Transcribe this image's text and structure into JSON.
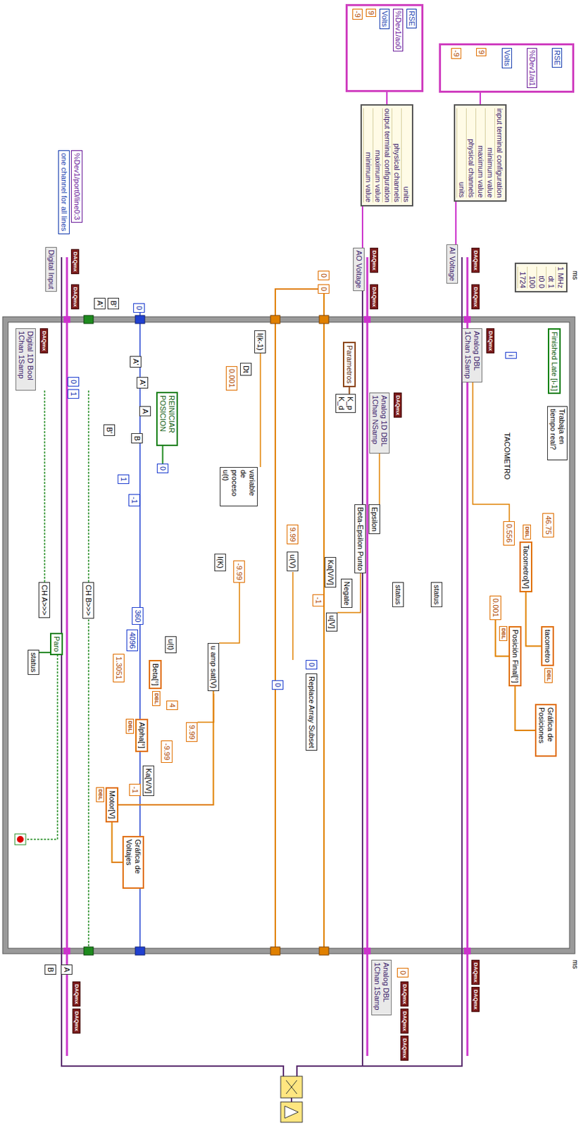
{
  "diagram": {
    "nodes": [
      {
        "text": [
          "RSE",
          "%Dev1/ai1",
          "Volts",
          "9",
          "-9"
        ]
      },
      {
        "text": [
          "input terminal configuration",
          "minimum value",
          "maximum value",
          "physical channels",
          "units"
        ]
      },
      {
        "text": [
          "AI Voltage"
        ]
      },
      {
        "text": [
          "RSE",
          "%Dev1/ao0",
          "Volts",
          "9",
          "-9"
        ]
      },
      {
        "text": [
          "units",
          "physical channels",
          "output terminal configuration",
          "maximum value",
          "minimum value"
        ]
      },
      {
        "text": [
          "AO Voltage"
        ]
      },
      {
        "text": [
          "%Dev1/port0/line0:3"
        ]
      },
      {
        "text": [
          "one channel for all lines"
        ]
      },
      {
        "text": [
          "Digital Input"
        ]
      },
      {
        "text": [
          "0"
        ]
      },
      {
        "text": [
          "0"
        ]
      },
      {
        "text": [
          "1 MHz",
          "dt 1",
          "t0 0",
          "100",
          "1724"
        ]
      },
      {
        "text": [
          "Finished Late [i-1]"
        ]
      },
      {
        "text": [
          "Trabaja en tiempo real?"
        ]
      },
      {
        "text": [
          "i"
        ]
      },
      {
        "text": [
          "Analog DBL 1Chan 1Samp"
        ]
      },
      {
        "text": [
          "Tacometro[V]"
        ]
      },
      {
        "text": [
          "46.75"
        ]
      },
      {
        "text": [
          "0.556"
        ]
      },
      {
        "text": [
          "tacometro"
        ]
      },
      {
        "text": [
          "0.001"
        ]
      },
      {
        "text": [
          "Posición Final[°]"
        ]
      },
      {
        "text": [
          "Gráfica de Posiciones"
        ]
      },
      {
        "text": [
          "status"
        ]
      },
      {
        "text": [
          "status"
        ]
      },
      {
        "text": [
          "Parametros"
        ]
      },
      {
        "text": [
          "K_p",
          "K_d"
        ]
      },
      {
        "text": [
          "Analog 1D DBL 1Chan NSamp"
        ]
      },
      {
        "text": [
          "Epsilon"
        ]
      },
      {
        "text": [
          "Beta-Epsilon Punto"
        ]
      },
      {
        "text": [
          "Negate"
        ]
      },
      {
        "text": [
          "Ka[V/V]"
        ]
      },
      {
        "text": [
          "-1"
        ]
      },
      {
        "text": [
          "u[V]"
        ]
      },
      {
        "text": [
          "u(V)"
        ]
      },
      {
        "text": [
          "0"
        ]
      },
      {
        "text": [
          "Replace Array Subset"
        ]
      },
      {
        "text": [
          "0"
        ]
      },
      {
        "text": [
          "I(k-1)"
        ]
      },
      {
        "text": [
          "Dt"
        ]
      },
      {
        "text": [
          "0.001"
        ]
      },
      {
        "text": [
          "I(K)"
        ]
      },
      {
        "text": [
          "9.99"
        ]
      },
      {
        "text": [
          "-9.99"
        ]
      },
      {
        "text": [
          "u amp sat(V)"
        ]
      },
      {
        "text": [
          "9.99"
        ]
      },
      {
        "text": [
          "-9.99"
        ]
      },
      {
        "text": [
          "Ka[V/V]"
        ]
      },
      {
        "text": [
          "-1"
        ]
      },
      {
        "text": [
          "Motor[V]"
        ]
      },
      {
        "text": [
          "Gráfica de Voltajes"
        ]
      },
      {
        "text": [
          "variable de proceso u(t)"
        ]
      },
      {
        "text": [
          "u(t)"
        ]
      },
      {
        "text": [
          "Beta[°]"
        ]
      },
      {
        "text": [
          "4"
        ]
      },
      {
        "text": [
          "Alpha[°]"
        ]
      },
      {
        "text": [
          "360"
        ]
      },
      {
        "text": [
          "4096"
        ]
      },
      {
        "text": [
          "1.3051"
        ]
      },
      {
        "text": [
          "REINICIAR POSICION"
        ]
      },
      {
        "text": [
          "0"
        ]
      },
      {
        "text": [
          "0"
        ]
      },
      {
        "text": [
          "1"
        ]
      },
      {
        "text": [
          "-1"
        ]
      },
      {
        "text": [
          "Digital 1D Bool 1Chan 1Samp"
        ]
      },
      {
        "text": [
          "0"
        ]
      },
      {
        "text": [
          "1"
        ]
      },
      {
        "text": [
          "CH B>>>"
        ]
      },
      {
        "text": [
          "CH A>>>"
        ]
      },
      {
        "text": [
          "Paro"
        ]
      },
      {
        "text": [
          "status"
        ]
      },
      {
        "text": [
          "B'"
        ]
      },
      {
        "text": [
          "A'"
        ]
      },
      {
        "text": [
          "A'"
        ]
      },
      {
        "text": [
          "A'"
        ]
      },
      {
        "text": [
          "A"
        ]
      },
      {
        "text": [
          "B"
        ]
      },
      {
        "text": [
          "B'"
        ]
      },
      {
        "text": [
          "B"
        ]
      },
      {
        "text": [
          "A"
        ]
      },
      {
        "text": [
          "Analog DBL 1Chan 1Samp"
        ]
      },
      {
        "text": [
          "0"
        ]
      }
    ],
    "edges": [
      {
        "from": 0,
        "to": 1,
        "arrow": "none"
      },
      {
        "from": 3,
        "to": 4,
        "arrow": "none"
      },
      {
        "from": 1,
        "to": 2,
        "arrow": "none"
      },
      {
        "from": 4,
        "to": 5,
        "arrow": "none"
      },
      {
        "from": 16,
        "to": 19,
        "arrow": "none"
      },
      {
        "from": 20,
        "to": 21,
        "arrow": "none"
      },
      {
        "from": 21,
        "to": 22,
        "arrow": "none"
      },
      {
        "from": 44,
        "to": 49,
        "arrow": "none"
      },
      {
        "from": 49,
        "to": 50,
        "arrow": "none"
      },
      {
        "from": 59,
        "to": 60,
        "arrow": "none"
      },
      {
        "from": 25,
        "to": 26,
        "arrow": "none"
      },
      {
        "from": 69,
        "to": 70,
        "arrow": "none"
      }
    ],
    "labels": [
      "ms",
      "ms",
      "TACOMETRO",
      "DBL",
      "DBL",
      "DBL",
      "DBL",
      "DBL",
      "DBL",
      "DAQmx",
      "DAQmx",
      "DAQmx",
      "DAQmx",
      "DAQmx",
      "DAQmx",
      "DAQmx",
      "DAQmx",
      "DAQmx",
      "DAQmx",
      "DAQmx",
      "DAQmx",
      "DAQmx",
      "DAQmx",
      "DAQmx",
      "DAQmx"
    ]
  }
}
